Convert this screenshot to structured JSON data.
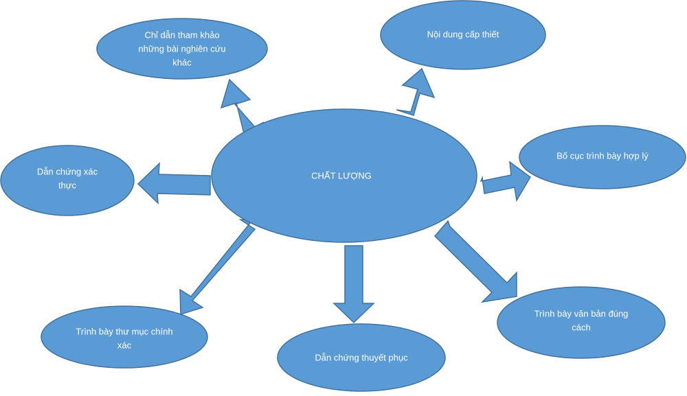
{
  "colors": {
    "fill": "#5b9bd5",
    "stroke": "#41719c",
    "text": "#ffffff",
    "background": "#ffffff"
  },
  "center": {
    "label": "CHẤT LƯỢNG"
  },
  "nodes": [
    {
      "id": "top-left",
      "lines": [
        "Chỉ dẫn tham khảo",
        "những bài nghiên cứu",
        "khác"
      ]
    },
    {
      "id": "top-right",
      "lines": [
        "Nội dung cấp thiết"
      ]
    },
    {
      "id": "right",
      "lines": [
        "Bố cục trình bày hợp lý"
      ]
    },
    {
      "id": "bottom-right",
      "lines": [
        "Trình bày văn bản đúng",
        "cách"
      ]
    },
    {
      "id": "bottom",
      "lines": [
        "Dẫn chứng thuyết phục"
      ]
    },
    {
      "id": "bottom-left",
      "lines": [
        "Trình bày thư mục chính",
        "xác"
      ]
    },
    {
      "id": "left",
      "lines": [
        "Dẫn chứng xác",
        "thực"
      ]
    }
  ]
}
